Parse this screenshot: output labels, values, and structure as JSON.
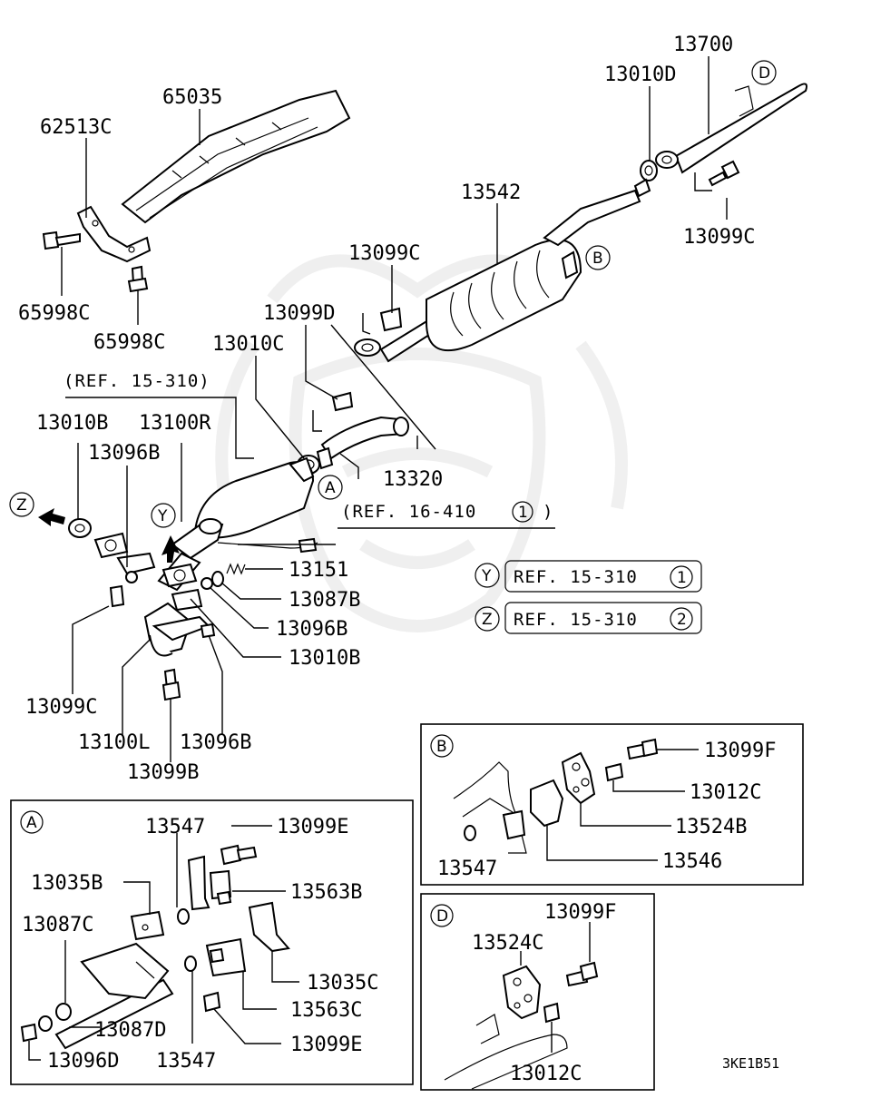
{
  "parts": {
    "p13700": "13700",
    "p13010D": "13010D",
    "p13099C_top": "13099C",
    "p65035": "65035",
    "p62513C": "62513C",
    "p65998C_1": "65998C",
    "p65998C_2": "65998C",
    "p13542": "13542",
    "p13099C_mid": "13099C",
    "p13099D": "13099D",
    "p13010C": "13010C",
    "p13320": "13320",
    "p13010B_1": "13010B",
    "p13100R": "13100R",
    "p13096B_1": "13096B",
    "p13151": "13151",
    "p13087B": "13087B",
    "p13096B_2": "13096B",
    "p13010B_2": "13010B",
    "p13099C_low": "13099C",
    "p13100L": "13100L",
    "p13096B_3": "13096B",
    "p13099B": "13099B"
  },
  "refs": {
    "ref_15_310": "(REF. 15-310)",
    "ref_16_410": "(REF. 16-410",
    "ref_16_410_num": "1",
    "ref_16_410_close": ")",
    "box_y_text": "REF. 15-310",
    "box_y_num": "1",
    "box_z_text": "REF. 15-310",
    "box_z_num": "2"
  },
  "markers": {
    "A": "A",
    "B": "B",
    "D": "D",
    "Y": "Y",
    "Z": "Z"
  },
  "inset_a": {
    "tag": "A",
    "l13547_top": "13547",
    "l13099E_top": "13099E",
    "l13035B": "13035B",
    "l13563B": "13563B",
    "l13087C": "13087C",
    "l13035C": "13035C",
    "l13563C": "13563C",
    "l13087D": "13087D",
    "l13099E_bot": "13099E",
    "l13096D": "13096D",
    "l13547_bot": "13547"
  },
  "inset_b": {
    "tag": "B",
    "l13099F": "13099F",
    "l13012C": "13012C",
    "l13524B": "13524B",
    "l13547": "13547",
    "l13546": "13546"
  },
  "inset_d": {
    "tag": "D",
    "l13099F": "13099F",
    "l13524C": "13524C",
    "l13012C": "13012C"
  },
  "diagram_code": "3KE1B51"
}
